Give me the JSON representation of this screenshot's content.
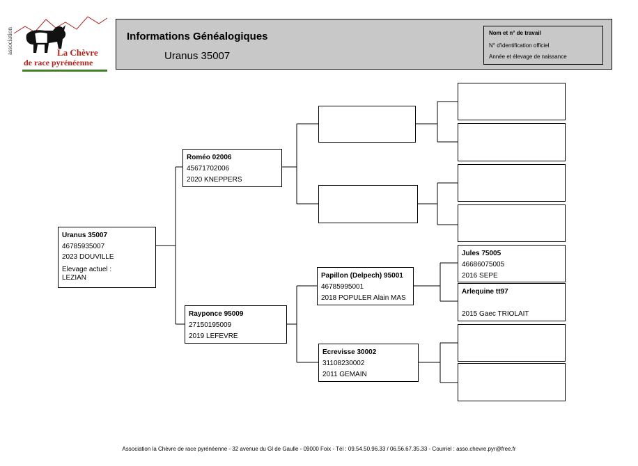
{
  "logo": {
    "association": "association",
    "line1": "La Chèvre",
    "line2": "de race pyrénéenne"
  },
  "header": {
    "title": "Informations Généalogiques",
    "subtitle": "Uranus 35007",
    "legend": {
      "line1": "Nom et n° de travail",
      "line2": "N° d'identification officiel",
      "line3": "Année et élevage de naissance"
    }
  },
  "subject": {
    "name": "Uranus 35007",
    "id": "46785935007",
    "birth": "2023 DOUVILLE",
    "current_label": "Elevage actuel :",
    "current": "LEZIAN"
  },
  "sire": {
    "name": "Roméo 02006",
    "id": "45671702006",
    "birth": "2020 KNEPPERS"
  },
  "dam": {
    "name": "Rayponce 95009",
    "id": "27150195009",
    "birth": "2019 LEFEVRE"
  },
  "dam_sire": {
    "name": "Papillon (Delpech) 95001",
    "id": "46785995001",
    "birth": "2018 POPULER Alain MAS"
  },
  "dam_dam": {
    "name": "Ecrevisse 30002",
    "id": "31108230002",
    "birth": "2011 GEMAIN"
  },
  "dam_sire_sire": {
    "name": "Jules 75005",
    "id": "46686075005",
    "birth": "2016 SEPE"
  },
  "dam_sire_dam": {
    "name": "Arlequine tt97",
    "id": "",
    "birth": "2015 Gaec TRIOLAIT"
  },
  "footer": "Association la Chèvre de race pyrénéenne - 32 avenue du Gl de Gaulle - 09000 Foix - Tél : 09.54.50.96.33 / 06.56.67.35.33 - Courriel : asso.chevre.pyr@free.fr"
}
